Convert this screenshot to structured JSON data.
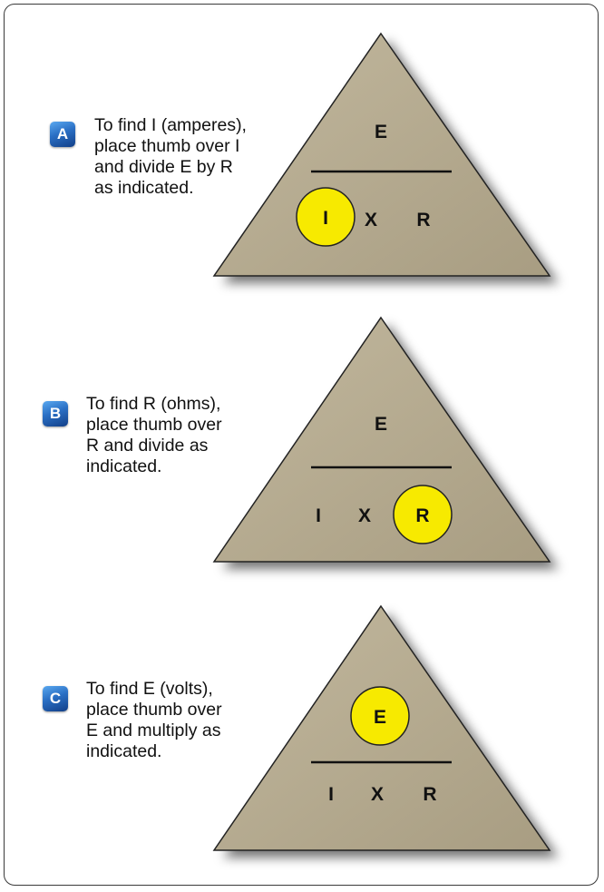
{
  "panels": [
    {
      "badge": "A",
      "caption": "To find I (amperes),\nplace thumb over I\nand divide E by R\nas indicated.",
      "top": "E",
      "left": "I",
      "operator": "X",
      "right": "R",
      "highlight": "left"
    },
    {
      "badge": "B",
      "caption": "To find R (ohms),\nplace thumb over\nR and divide as\nindicated.",
      "top": "E",
      "left": "I",
      "operator": "X",
      "right": "R",
      "highlight": "right"
    },
    {
      "badge": "C",
      "caption": "To find E (volts),\nplace thumb over\nE and multiply as\nindicated.",
      "top": "E",
      "left": "I",
      "operator": "X",
      "right": "R",
      "highlight": "top"
    }
  ],
  "colors": {
    "triangle": "#b1a68c",
    "highlight": "#f7ea00",
    "badge": "#2a6fc4"
  }
}
